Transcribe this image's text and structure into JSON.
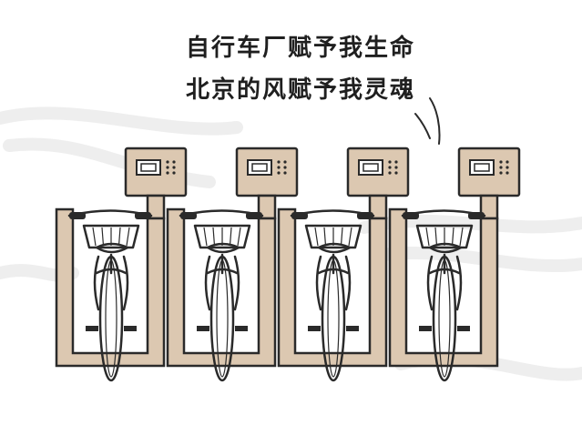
{
  "caption": {
    "line1": "自行车厂赋予我生命",
    "line2": "北京的风赋予我灵魂"
  },
  "colors": {
    "frame": "#dcc8b1",
    "frame_outline": "#2a2a2a",
    "bike": "#ffffff",
    "wind": "#cfcfcf"
  },
  "scene": {
    "dock_count": 4,
    "icons": [
      "bike-dock-kiosk-icon",
      "bicycle-icon",
      "wind-swirl-icon"
    ]
  }
}
